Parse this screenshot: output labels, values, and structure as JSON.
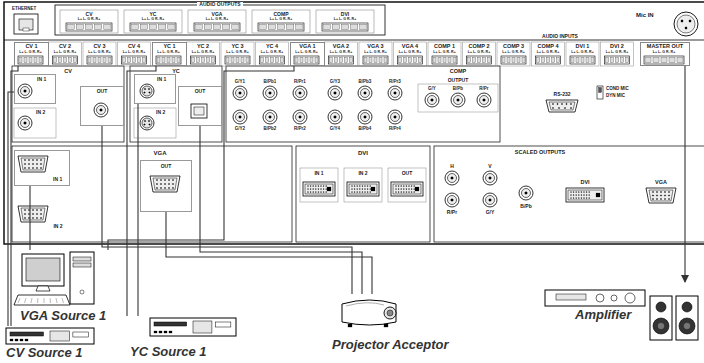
{
  "diagram": {
    "nodes": [
      {
        "text": [
          "CV 1"
        ]
      },
      {
        "text": [
          "YC 1"
        ]
      },
      {
        "text": [
          "VGA 1"
        ]
      },
      {
        "text": [
          "MASTER OUT"
        ]
      },
      {
        "text": [
          "IN 1"
        ]
      },
      {
        "text": [
          "OUT"
        ]
      },
      {
        "text": [
          "IN 1"
        ]
      },
      {
        "text": [
          "OUT"
        ]
      },
      {
        "text": [
          "IN 1"
        ]
      },
      {
        "text": [
          "OUT"
        ]
      },
      {
        "text": [
          "VGA Source 1"
        ]
      },
      {
        "text": [
          "CV Source 1"
        ]
      },
      {
        "text": [
          "YC Source 1"
        ]
      },
      {
        "text": [
          "Projector Acceptor"
        ]
      },
      {
        "text": [
          "Amplifier"
        ]
      }
    ],
    "edges": [
      {
        "from": 4,
        "to": 11,
        "arrow": "none"
      },
      {
        "from": 0,
        "to": 11,
        "arrow": "none"
      },
      {
        "from": 5,
        "to": 13,
        "arrow": "none"
      },
      {
        "from": 6,
        "to": 12,
        "arrow": "none"
      },
      {
        "from": 1,
        "to": 12,
        "arrow": "none"
      },
      {
        "from": 7,
        "to": 13,
        "arrow": "none"
      },
      {
        "from": 9,
        "to": 13,
        "arrow": "none"
      },
      {
        "from": 8,
        "to": 10,
        "arrow": "none"
      },
      {
        "from": 2,
        "to": 10,
        "arrow": "none"
      },
      {
        "from": 3,
        "to": 14,
        "arrow": "to"
      }
    ],
    "labels": [
      "ETHERNET",
      "AUDIO OUTPUTS",
      "CV",
      "YC",
      "VGA",
      "COMP",
      "DVI",
      "L+ L- G R- R+",
      "L+ L- G R- R+",
      "L+ L- G R- R+",
      "L+ L- G R- R+",
      "L+ L- G R- R+",
      "AUDIO INPUTS",
      "CV 2",
      "CV 3",
      "CV 4",
      "YC 2",
      "YC 3",
      "YC 4",
      "VGA 2",
      "VGA 3",
      "VGA 4",
      "COMP 1",
      "COMP 2",
      "COMP 3",
      "COMP 4",
      "DVI 1",
      "DVI 2",
      "L+ L- G R- R+",
      "L+ L- G R- R+",
      "L+ L- G R- R+",
      "L+ L- G R- R+",
      "L+ L- G R- R+",
      "L+ L- G R- R+",
      "L+ L- G R- R+",
      "L+ L- G R- R+",
      "L+ L- G R- R+",
      "L+ L- G R- R+",
      "L+ L- G R- R+",
      "L+ L- G R- R+",
      "L+ L- G R- R+",
      "L+ L- G R- R+",
      "L+ L- G R- R+",
      "L+ L- G R- R+",
      "L+ L- G R- R+",
      "L+ L- G R- R+",
      "L+ L- G R- R+",
      "Mic IN",
      "COND MIC",
      "DYN MIC",
      "CV",
      "IN 2",
      "YC",
      "IN 2",
      "COMP",
      "OUTPUT",
      "G/Y1",
      "B/Pb1",
      "R/Pr1",
      "G/Y3",
      "B/Pb3",
      "R/Pr3",
      "G/Y2",
      "B/Pb2",
      "R/Pr2",
      "G/Y4",
      "B/Pb4",
      "R/Pr4",
      "G/Y",
      "B/Pb",
      "R/Pr",
      "RS-232",
      "VGA",
      "IN 2",
      "DVI",
      "IN 1",
      "IN 2",
      "OUT",
      "SCALED OUTPUTS",
      "H",
      "V",
      "R/Pr",
      "G/Y",
      "B/Pb",
      "DVI",
      "VGA"
    ]
  }
}
